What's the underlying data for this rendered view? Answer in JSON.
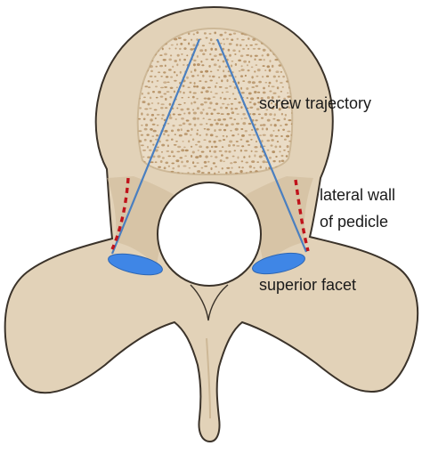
{
  "labels": {
    "screw_trajectory": "screw trajectory",
    "lateral_wall_line1": "lateral wall",
    "lateral_wall_line2": "of pedicle",
    "superior_facet": "superior facet"
  },
  "colors": {
    "bone_fill": "#e2d2b8",
    "bone_shade": "#cdb897",
    "bone_outline": "#3b332a",
    "cancellous_fill": "#eadcc6",
    "cancellous_dots": "#b08a5c",
    "trajectory_line": "#4a7fc0",
    "facet_fill": "#3f86e6",
    "pedicle_wall_marker": "#c0131b"
  },
  "icons": {
    "vertebra": "vertebra-illustration"
  }
}
